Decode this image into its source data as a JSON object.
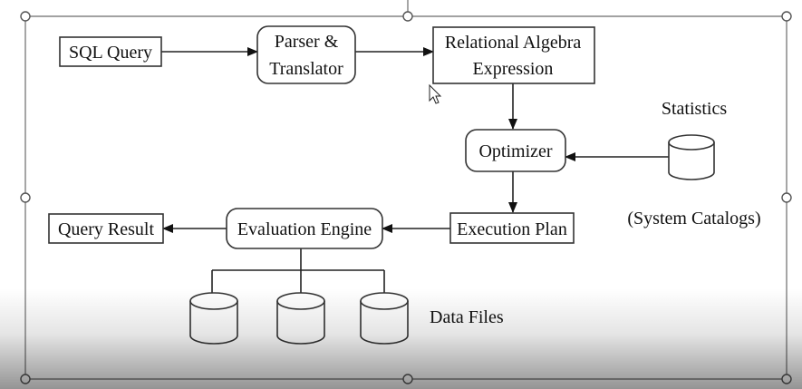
{
  "diagram": {
    "nodes": {
      "sql_query": "SQL Query",
      "parser_line1": "Parser &",
      "parser_line2": "Translator",
      "ra_line1": "Relational Algebra",
      "ra_line2": "Expression",
      "optimizer": "Optimizer",
      "statistics": "Statistics",
      "system_catalogs": "(System Catalogs)",
      "execution_plan": "Execution Plan",
      "evaluation_engine": "Evaluation Engine",
      "query_result": "Query Result",
      "data_files": "Data Files"
    }
  },
  "colors": {
    "stroke": "#333333",
    "frame": "#6b6b6b"
  }
}
